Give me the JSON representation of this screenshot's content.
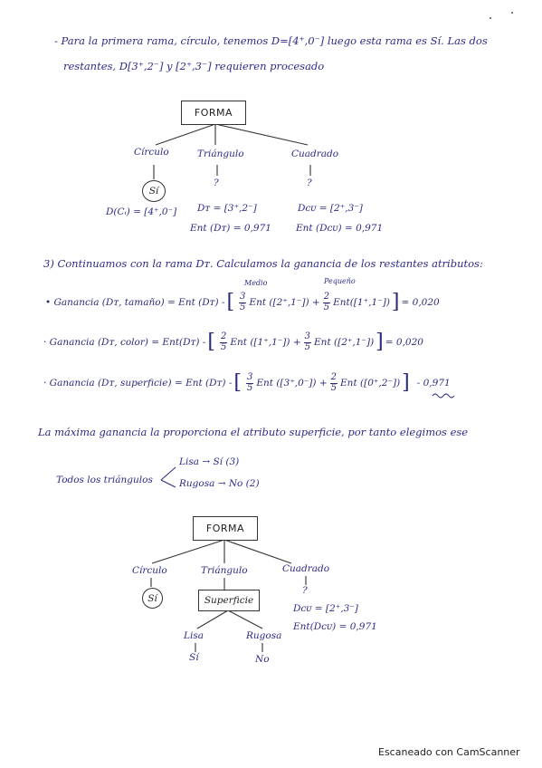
{
  "intro": {
    "line1": "- Para la primera rama, círculo, tenemos D=[4⁺,0⁻] luego esta rama es Sí. Las dos",
    "line2": "restantes, D[3⁺,2⁻] y [2⁺,3⁻] requieren procesado"
  },
  "tree1": {
    "root": "FORMA",
    "branch_circle": "Círculo",
    "branch_triangle": "Triángulo",
    "branch_square": "Cuadrado",
    "leaf_circle": "Sí",
    "q_triangle": "?",
    "q_square": "?",
    "d_circle": "D(Cᵢ) = [4⁺,0⁻]",
    "d_triangle": "Dᴛ = [3⁺,2⁻]",
    "d_square": "Dᴄᴜ = [2⁺,3⁻]",
    "ent_triangle": "Ent (Dᴛ) = 0,971",
    "ent_square": "Ent (Dᴄᴜ) = 0,971"
  },
  "section3": {
    "title": "3) Continuamos con la rama Dᴛ. Calculamos la ganancia de los restantes atributos:"
  },
  "gain_size": {
    "label_medio": "Medio",
    "label_pequeno": "Pequeño",
    "lhs": "• Ganancia (Dᴛ, tamaño) = Ent (Dᴛ) -",
    "f1_num": "3",
    "f1_den": "5",
    "t1": "Ent ([2⁺,1⁻]) +",
    "f2_num": "2",
    "f2_den": "5",
    "t2": "Ent([1⁺,1⁻])",
    "result": "= 0,020"
  },
  "gain_color": {
    "lhs": "· Ganancia (Dᴛ, color) = Ent(Dᴛ) -",
    "f1_num": "2",
    "f1_den": "5",
    "t1": "Ent ([1⁺,1⁻]) +",
    "f2_num": "3",
    "f2_den": "5",
    "t2": "Ent ([2⁺,1⁻])",
    "result": "= 0,020"
  },
  "gain_surface": {
    "lhs": "· Ganancia (Dᴛ, superficie) = Ent (Dᴛ) -",
    "f1_num": "3",
    "f1_den": "5",
    "t1": "Ent ([3⁺,0⁻]) +",
    "f2_num": "2",
    "f2_den": "5",
    "t2": "Ent ([0⁺,2⁻])",
    "result": "- 0,971"
  },
  "conclusion": {
    "line": "La máxima ganancia la proporciona el atributo superficie, por tanto elegimos ese",
    "triangles": "Todos los triángulos",
    "smooth": "Lisa → Sí  (3)",
    "rough": "Rugosa → No  (2)"
  },
  "tree2": {
    "root": "FORMA",
    "branch_circle": "Círculo",
    "branch_triangle": "Triángulo",
    "branch_square": "Cuadrado",
    "leaf_circle": "Sí",
    "node_surface": "Superficie",
    "branch_smooth": "Lisa",
    "branch_rough": "Rugosa",
    "leaf_smooth": "Sí",
    "leaf_rough": "No",
    "q_square": "?",
    "d_square": "Dᴄᴜ = [2⁺,3⁻]",
    "ent_square": "Ent(Dᴄᴜ) = 0,971"
  },
  "footer": {
    "watermark": "Escaneado con CamScanner"
  }
}
